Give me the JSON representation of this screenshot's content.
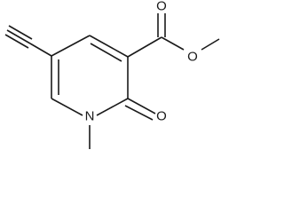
{
  "structure": {
    "atoms": {
      "ring_nitrogen": "N",
      "carbonyl_oxygen": "O",
      "ester_carbonyl_oxygen": "O",
      "ester_ether_oxygen": "O"
    }
  }
}
